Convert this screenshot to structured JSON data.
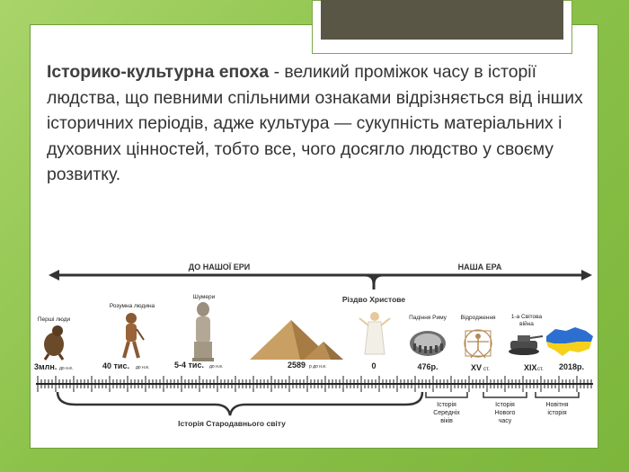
{
  "slide": {
    "term": "Історико-культурна епоха",
    "definition": " - великий проміжок часу в історії людства, що певними спільними ознаками відрізняється від інших історичних періодів, адже культура — сукупність матеріальних і духовних цінностей, тобто все, чого досягло людство у своєму розвитку."
  },
  "timeline": {
    "bce_label": "ДО НАШОЇ ЕРИ",
    "ce_label": "НАША ЕРА",
    "center_label": "Різдво Христове",
    "events": [
      {
        "label": "Перші люди",
        "date": "3млн.",
        "unit": "до н.е.",
        "icon": "early-human-icon"
      },
      {
        "label": "Розумна людина",
        "date": "40 тис.",
        "unit": "до н.е.",
        "icon": "homo-sapiens-icon"
      },
      {
        "label": "Шумери",
        "date": "5-4 тис.",
        "unit": "до н.е.",
        "icon": "sumerian-statue-icon"
      },
      {
        "label": "",
        "date": "2589",
        "unit": "р до н.е.",
        "icon": "pyramids-icon"
      },
      {
        "label": "",
        "date": "0",
        "unit": "",
        "icon": "christ-figure-icon"
      },
      {
        "label": "Падіння Риму",
        "date": "476р.",
        "unit": "",
        "icon": "colosseum-icon"
      },
      {
        "label": "Відродження",
        "date": "XV",
        "unit": "ст.",
        "icon": "vitruvian-man-icon"
      },
      {
        "label": "1-а Світова",
        "label2": "війна",
        "date": "XIX",
        "unit": "ст.",
        "icon": "tank-icon"
      },
      {
        "label": "",
        "date": "2018р.",
        "unit": "",
        "icon": "ukraine-map-icon"
      }
    ],
    "periods": {
      "ancient": "Історія Стародавнього світу",
      "middle_ages": [
        "Історія",
        "Середніх",
        "віків"
      ],
      "modern": [
        "Історія",
        "Нового",
        "часу"
      ],
      "contemporary": [
        "Новітня",
        "історія"
      ]
    }
  }
}
